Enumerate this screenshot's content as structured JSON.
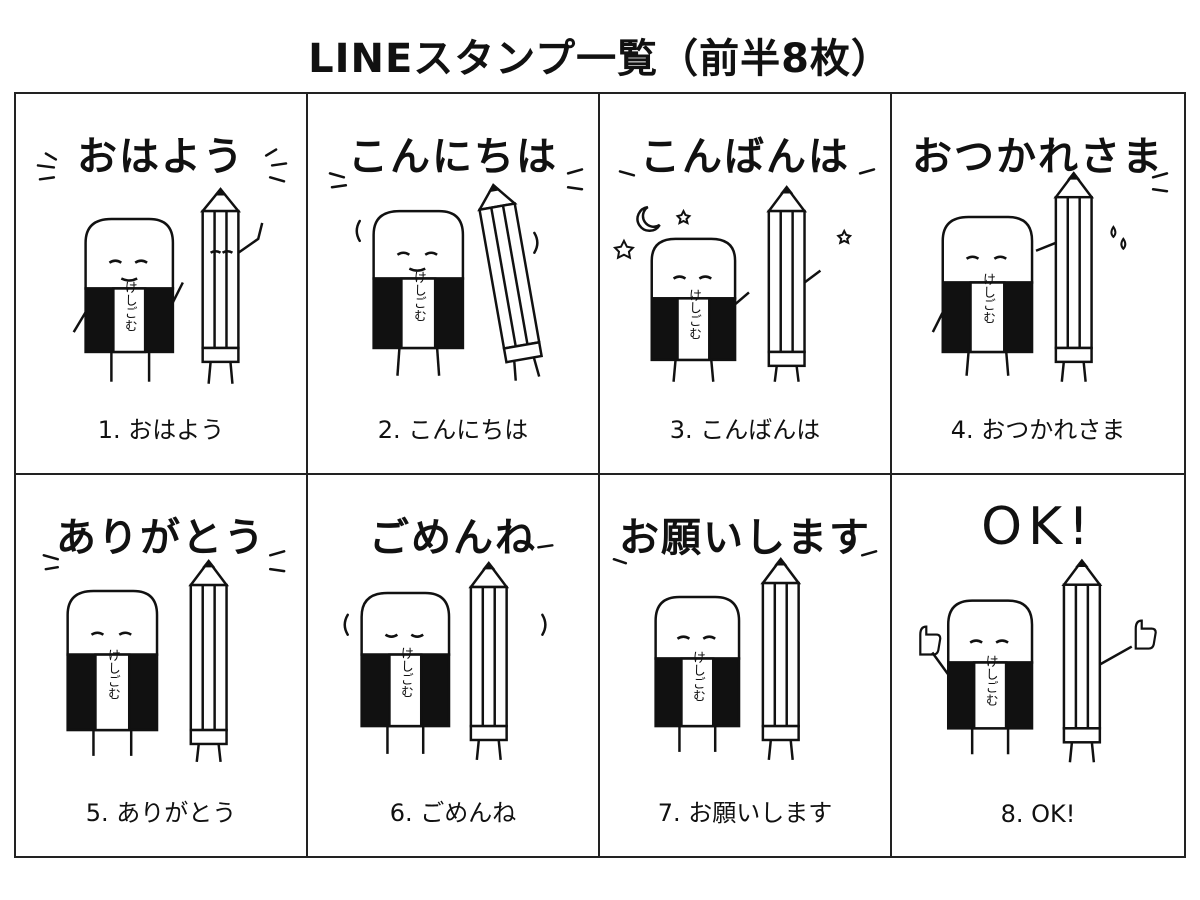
{
  "page": {
    "title": "LINEスタンプ一覧（前半8枚）"
  },
  "stamps": [
    {
      "headline": "おはよう",
      "caption": "1. おはよう",
      "eraser_label": "けしごむ"
    },
    {
      "headline": "こんにちは",
      "caption": "2. こんにちは",
      "eraser_label": "けしごむ"
    },
    {
      "headline": "こんばんは",
      "caption": "3. こんばんは",
      "eraser_label": "けしごむ"
    },
    {
      "headline": "おつかれさま",
      "caption": "4. おつかれさま",
      "eraser_label": "けしごむ"
    },
    {
      "headline": "ありがとう",
      "caption": "5. ありがとう",
      "eraser_label": "けしごむ"
    },
    {
      "headline": "ごめんね",
      "caption": "6. ごめんね",
      "eraser_label": "けしごむ"
    },
    {
      "headline": "お願いします",
      "caption": "7. お願いします",
      "eraser_label": "けしごむ"
    },
    {
      "headline": "OK!",
      "caption": "8. OK!",
      "eraser_label": "けしごむ"
    }
  ],
  "colors": {
    "ink": "#111111",
    "background": "#ffffff",
    "grid_line": "#222222"
  }
}
